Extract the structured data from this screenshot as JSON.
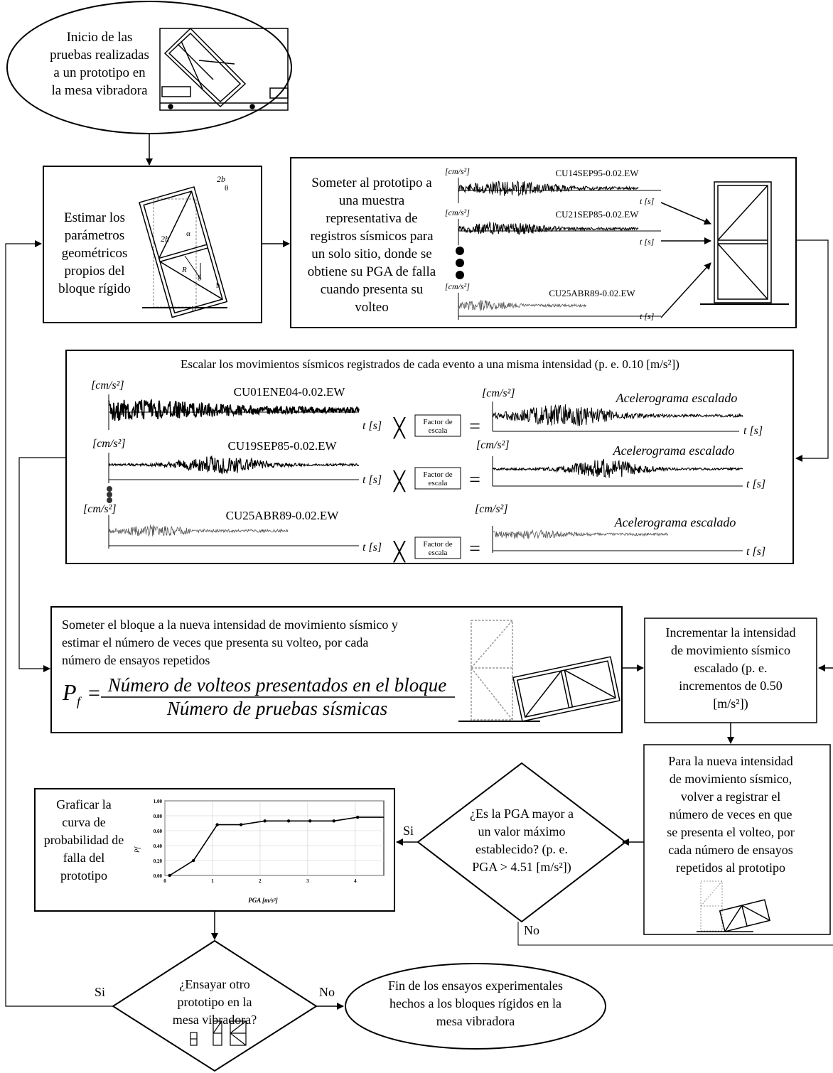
{
  "start": {
    "lines": [
      "Inicio de las",
      "pruebas realizadas",
      "a un prototipo en",
      "la mesa vibradora"
    ]
  },
  "step_estimate": {
    "lines": [
      "Estimar los",
      "parámetros",
      "geométricos",
      "propios del",
      "bloque rígido"
    ],
    "labels": {
      "b2": "2b",
      "h2": "2h",
      "theta": "θ",
      "alpha": "α",
      "R": "R",
      "g": "g",
      "b": "b",
      "h": "h"
    }
  },
  "step_submit": {
    "lines": [
      "Someter al prototipo a",
      "una muestra",
      "representativa de",
      "registros sísmicos para",
      "un solo sitio, donde se",
      "obtiene su PGA de falla",
      "cuando presenta su",
      "volteo"
    ],
    "records": [
      "CU14SEP95-0.02.EW",
      "CU21SEP85-0.02.EW",
      "CU25ABR89-0.02.EW"
    ],
    "y_unit": "[cm/s²]",
    "x_unit": "t [s]"
  },
  "step_scale": {
    "title": "Escalar los movimientos sísmicos registrados de cada evento a una misma intensidad (p. e. 0.10 [m/s²])",
    "records": [
      "CU01ENE04-0.02.EW",
      "CU19SEP85-0.02.EW",
      "CU25ABR89-0.02.EW"
    ],
    "y_unit": "[cm/s²]",
    "x_unit": "t [s]",
    "factor_line1": "Factor de",
    "factor_line2": "escala",
    "scaled_label": "Acelerograma escalado",
    "times": "╳",
    "equals": "="
  },
  "step_block": {
    "lines": [
      "Someter el bloque a la nueva intensidad de movimiento sísmico y",
      "estimar el número de veces que presenta su volteo, por cada",
      "número de ensayos repetidos"
    ],
    "formula_lhs": "P",
    "formula_sub": "f",
    "formula_eq": "=",
    "numerator": "Número de volteos presentados en el bloque",
    "denominator": "Número de pruebas sísmicas"
  },
  "step_increment": {
    "lines": [
      "Incrementar la intensidad",
      "de movimiento sísmico",
      "escalado (p. e.",
      "incrementos de 0.50",
      "[m/s²])"
    ]
  },
  "step_record": {
    "lines": [
      "Para la nueva intensidad",
      "de movimiento sísmico,",
      "volver a registrar el",
      "número de veces  en que",
      "se presenta el volteo, por",
      "cada número de ensayos",
      "repetidos al prototipo"
    ]
  },
  "decision_pga": {
    "lines": [
      "¿Es la PGA mayor a",
      "un valor máximo",
      "establecido? (p. e.",
      "PGA > 4.51 [m/s²])"
    ],
    "yes": "Si",
    "no": "No"
  },
  "step_plot": {
    "lines": [
      "Graficar la",
      "curva de",
      "probabilidad de",
      "falla del",
      "prototipo"
    ]
  },
  "decision_other": {
    "lines": [
      "¿Ensayar otro",
      "prototipo en la",
      "mesa vibradora?"
    ],
    "yes": "Si",
    "no": "No"
  },
  "end": {
    "lines": [
      "Fin de los ensayos experimentales",
      "hechos a los bloques rígidos en la",
      "mesa vibradora"
    ]
  },
  "chart_data": {
    "type": "line",
    "x": [
      0.1,
      0.6,
      1.1,
      1.6,
      2.1,
      2.6,
      3.05,
      3.55,
      4.05
    ],
    "series": [
      {
        "values": [
          0.0,
          0.2,
          0.68,
          0.68,
          0.73,
          0.73,
          0.73,
          0.73,
          0.78
        ]
      }
    ],
    "xlabel": "PGA [m/s²]",
    "ylabel": "Pf",
    "xlim": [
      0,
      4.6
    ],
    "ylim": [
      0,
      1.0
    ],
    "xticks": [
      "0",
      "1",
      "2",
      "3",
      "4"
    ],
    "yticks": [
      "0.00",
      "0.20",
      "0.40",
      "0.60",
      "0.80",
      "1.00"
    ],
    "grid": true
  }
}
